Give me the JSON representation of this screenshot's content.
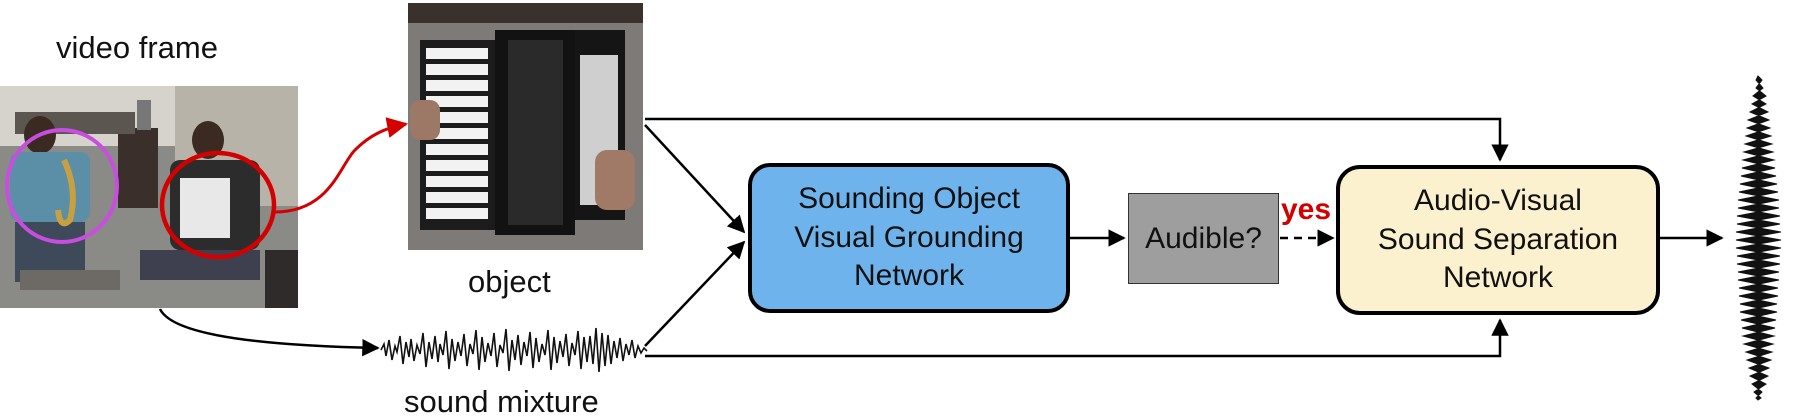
{
  "labels": {
    "video_frame": "video frame",
    "object": "object",
    "sound_mixture": "sound mixture"
  },
  "boxes": {
    "grounding_line1": "Sounding Object",
    "grounding_line2": "Visual Grounding",
    "grounding_line3": "Network",
    "audible": "Audible?",
    "separation_line1": "Audio-Visual",
    "separation_line2": "Sound Separation",
    "separation_line3": "Network"
  },
  "decision_label": "yes",
  "colors": {
    "grounding_fill": "#6fb3ec",
    "audible_fill": "#9e9e9e",
    "separation_fill": "#fbf1cf",
    "highlight_object": "#d40000",
    "highlight_other": "#c94de0",
    "yes_text": "#d40000"
  },
  "images": {
    "video_frame": "video-frame-photo",
    "object_crop": "accordion-crop-photo",
    "mixture_waveform": "mixture-waveform",
    "output_waveform": "separated-waveform"
  }
}
